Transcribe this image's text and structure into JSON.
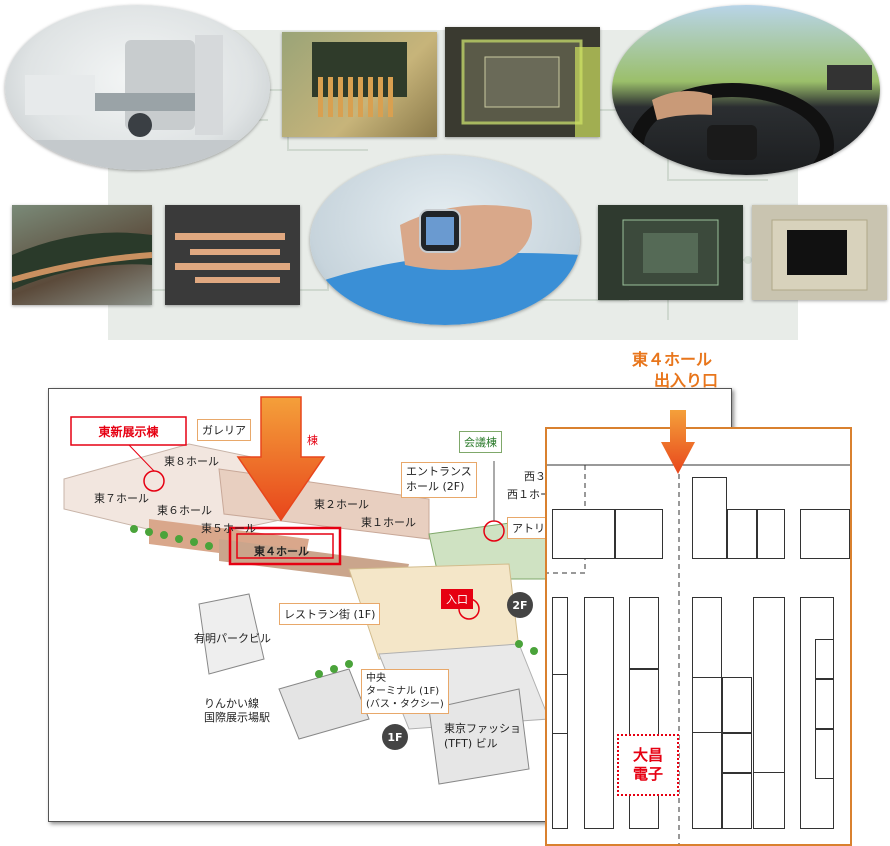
{
  "collage": {
    "images": [
      {
        "name": "medical-imaging-equipment-photo"
      },
      {
        "name": "flex-pcb-connector-photo"
      },
      {
        "name": "ic-package-substrate-photo"
      },
      {
        "name": "car-steering-wheel-photo"
      },
      {
        "name": "flexible-circuit-edge-photo"
      },
      {
        "name": "fine-pitch-traces-photo"
      },
      {
        "name": "smartwatch-wrist-photo"
      },
      {
        "name": "chip-on-substrate-photo"
      },
      {
        "name": "semiconductor-package-photo"
      }
    ]
  },
  "map": {
    "labels": {
      "east_new": "東新展示棟",
      "galleria": "ガレリア",
      "east_hall_partial": "棟",
      "conference": "会議棟",
      "east8": "東８ホール",
      "east7": "東７ホール",
      "east6": "東６ホール",
      "east5": "東５ホール",
      "east4": "東４ホール",
      "east2": "東２ホール",
      "east1": "東１ホール",
      "entrance_hall": "エントランス\nホール (2F)",
      "west3": "西３",
      "west1": "西１ホー",
      "atrium": "アトリ",
      "restaurant": "レストラン街 (1F)",
      "entrance": "入口",
      "floor2": "2F",
      "floor1": "1F",
      "ariake_park": "有明パークビル",
      "rinkai_line": "りんかい線\n国際展示場駅",
      "central_terminal": "中央\nターミナル (1F)\n(バス・タクシー)",
      "tft": "東京ファッショ\n(TFT) ビル"
    }
  },
  "floorplan": {
    "entrance_label_line1": "東４ホール",
    "entrance_label_line2": "出入り口",
    "booth_label_line1": "大昌",
    "booth_label_line2": "電子"
  },
  "colors": {
    "accent_orange": "#e8761c",
    "accent_red": "#e60012",
    "frame_orange": "#d9812f"
  }
}
